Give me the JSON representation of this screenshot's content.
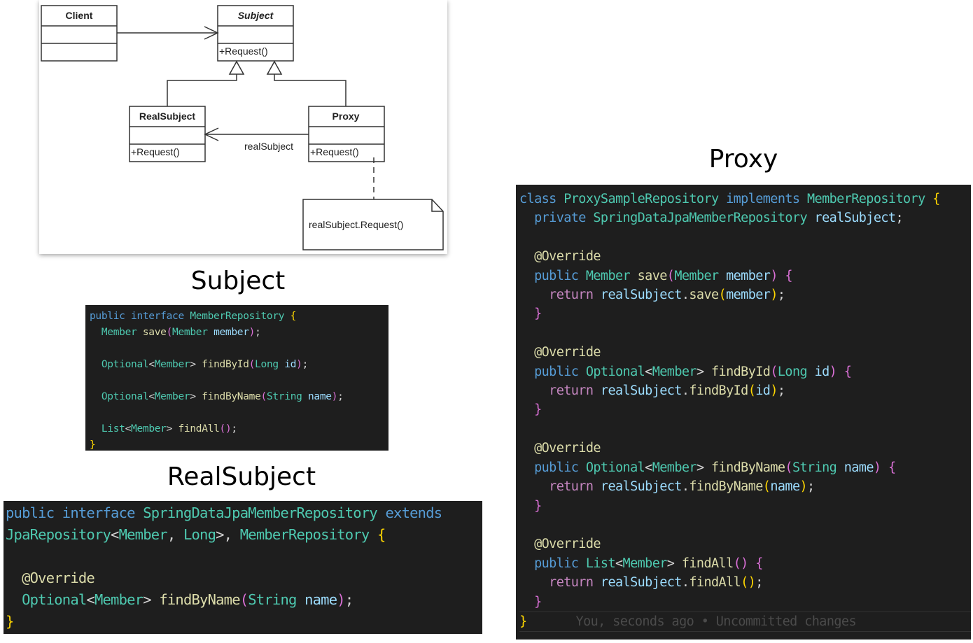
{
  "uml": {
    "client": "Client",
    "subject": "Subject",
    "subject_method": "+Request()",
    "real_subject": "RealSubject",
    "real_subject_method": "+Request()",
    "proxy": "Proxy",
    "proxy_method": "+Request()",
    "association_label": "realSubject",
    "note": "realSubject.Request()"
  },
  "titles": {
    "subject": "Subject",
    "real_subject": "RealSubject",
    "proxy": "Proxy"
  },
  "subject_code": [
    [
      [
        "public ",
        "k"
      ],
      [
        "interface ",
        "k"
      ],
      [
        "MemberRepository ",
        "t"
      ],
      [
        "{",
        "b"
      ]
    ],
    [
      [
        "  Member ",
        "t"
      ],
      [
        "save",
        "f"
      ],
      [
        "(",
        "r"
      ],
      [
        "Member ",
        "t"
      ],
      [
        "member",
        "v"
      ],
      [
        ")",
        "r"
      ],
      [
        ";",
        "p"
      ]
    ],
    [
      [
        "",
        ""
      ]
    ],
    [
      [
        "  Optional",
        "t"
      ],
      [
        "<",
        "p"
      ],
      [
        "Member",
        "t"
      ],
      [
        "> ",
        "p"
      ],
      [
        "findById",
        "f"
      ],
      [
        "(",
        "r"
      ],
      [
        "Long ",
        "t"
      ],
      [
        "id",
        "v"
      ],
      [
        ")",
        "r"
      ],
      [
        ";",
        "p"
      ]
    ],
    [
      [
        "",
        ""
      ]
    ],
    [
      [
        "  Optional",
        "t"
      ],
      [
        "<",
        "p"
      ],
      [
        "Member",
        "t"
      ],
      [
        "> ",
        "p"
      ],
      [
        "findByName",
        "f"
      ],
      [
        "(",
        "r"
      ],
      [
        "String ",
        "t"
      ],
      [
        "name",
        "v"
      ],
      [
        ")",
        "r"
      ],
      [
        ";",
        "p"
      ]
    ],
    [
      [
        "",
        ""
      ]
    ],
    [
      [
        "  List",
        "t"
      ],
      [
        "<",
        "p"
      ],
      [
        "Member",
        "t"
      ],
      [
        "> ",
        "p"
      ],
      [
        "findAll",
        "f"
      ],
      [
        "()",
        "r"
      ],
      [
        ";",
        "p"
      ]
    ],
    [
      [
        "}",
        "b"
      ]
    ]
  ],
  "real_subject_code": [
    [
      [
        "public ",
        "k"
      ],
      [
        "interface ",
        "k"
      ],
      [
        "SpringDataJpaMemberRepository ",
        "t"
      ],
      [
        "extends",
        "k"
      ]
    ],
    [
      [
        "JpaRepository",
        "t"
      ],
      [
        "<",
        "p"
      ],
      [
        "Member",
        "t"
      ],
      [
        ", ",
        "p"
      ],
      [
        "Long",
        "t"
      ],
      [
        ">, ",
        "p"
      ],
      [
        "MemberRepository ",
        "t"
      ],
      [
        "{",
        "b"
      ]
    ],
    [
      [
        "",
        ""
      ]
    ],
    [
      [
        "  @Override",
        "a"
      ]
    ],
    [
      [
        "  Optional",
        "t"
      ],
      [
        "<",
        "p"
      ],
      [
        "Member",
        "t"
      ],
      [
        "> ",
        "p"
      ],
      [
        "findByName",
        "f"
      ],
      [
        "(",
        "r"
      ],
      [
        "String ",
        "t"
      ],
      [
        "name",
        "v"
      ],
      [
        ")",
        "r"
      ],
      [
        ";",
        "p"
      ]
    ],
    [
      [
        "}",
        "b"
      ]
    ]
  ],
  "proxy_code": [
    [
      [
        "class ",
        "k"
      ],
      [
        "ProxySampleRepository ",
        "t"
      ],
      [
        "implements ",
        "k"
      ],
      [
        "MemberRepository ",
        "t"
      ],
      [
        "{",
        "b"
      ]
    ],
    [
      [
        "  private ",
        "k"
      ],
      [
        "SpringDataJpaMemberRepository ",
        "t"
      ],
      [
        "realSubject",
        "v"
      ],
      [
        ";",
        "p"
      ]
    ],
    [
      [
        "",
        ""
      ]
    ],
    [
      [
        "  @Override",
        "a"
      ]
    ],
    [
      [
        "  public ",
        "k"
      ],
      [
        "Member ",
        "t"
      ],
      [
        "save",
        "f"
      ],
      [
        "(",
        "r"
      ],
      [
        "Member ",
        "t"
      ],
      [
        "member",
        "v"
      ],
      [
        ") ",
        "r"
      ],
      [
        "{",
        "r"
      ]
    ],
    [
      [
        "    return ",
        "c"
      ],
      [
        "realSubject",
        "v"
      ],
      [
        ".",
        "p"
      ],
      [
        "save",
        "f"
      ],
      [
        "(",
        "b"
      ],
      [
        "member",
        "v"
      ],
      [
        ")",
        "b"
      ],
      [
        ";",
        "p"
      ]
    ],
    [
      [
        "  }",
        "r"
      ]
    ],
    [
      [
        "",
        ""
      ]
    ],
    [
      [
        "  @Override",
        "a"
      ]
    ],
    [
      [
        "  public ",
        "k"
      ],
      [
        "Optional",
        "t"
      ],
      [
        "<",
        "p"
      ],
      [
        "Member",
        "t"
      ],
      [
        "> ",
        "p"
      ],
      [
        "findById",
        "f"
      ],
      [
        "(",
        "r"
      ],
      [
        "Long ",
        "t"
      ],
      [
        "id",
        "v"
      ],
      [
        ") ",
        "r"
      ],
      [
        "{",
        "r"
      ]
    ],
    [
      [
        "    return ",
        "c"
      ],
      [
        "realSubject",
        "v"
      ],
      [
        ".",
        "p"
      ],
      [
        "findById",
        "f"
      ],
      [
        "(",
        "b"
      ],
      [
        "id",
        "v"
      ],
      [
        ")",
        "b"
      ],
      [
        ";",
        "p"
      ]
    ],
    [
      [
        "  }",
        "r"
      ]
    ],
    [
      [
        "",
        ""
      ]
    ],
    [
      [
        "  @Override",
        "a"
      ]
    ],
    [
      [
        "  public ",
        "k"
      ],
      [
        "Optional",
        "t"
      ],
      [
        "<",
        "p"
      ],
      [
        "Member",
        "t"
      ],
      [
        "> ",
        "p"
      ],
      [
        "findByName",
        "f"
      ],
      [
        "(",
        "r"
      ],
      [
        "String ",
        "t"
      ],
      [
        "name",
        "v"
      ],
      [
        ") ",
        "r"
      ],
      [
        "{",
        "r"
      ]
    ],
    [
      [
        "    return ",
        "c"
      ],
      [
        "realSubject",
        "v"
      ],
      [
        ".",
        "p"
      ],
      [
        "findByName",
        "f"
      ],
      [
        "(",
        "b"
      ],
      [
        "name",
        "v"
      ],
      [
        ")",
        "b"
      ],
      [
        ";",
        "p"
      ]
    ],
    [
      [
        "  }",
        "r"
      ]
    ],
    [
      [
        "",
        ""
      ]
    ],
    [
      [
        "  @Override",
        "a"
      ]
    ],
    [
      [
        "  public ",
        "k"
      ],
      [
        "List",
        "t"
      ],
      [
        "<",
        "p"
      ],
      [
        "Member",
        "t"
      ],
      [
        "> ",
        "p"
      ],
      [
        "findAll",
        "f"
      ],
      [
        "() ",
        "r"
      ],
      [
        "{",
        "r"
      ]
    ],
    [
      [
        "    return ",
        "c"
      ],
      [
        "realSubject",
        "v"
      ],
      [
        ".",
        "p"
      ],
      [
        "findAll",
        "f"
      ],
      [
        "()",
        "b"
      ],
      [
        ";",
        "p"
      ]
    ],
    [
      [
        "  }",
        "r"
      ]
    ]
  ],
  "proxy_closing": "}",
  "blame": "You, seconds ago • Uncommitted changes"
}
